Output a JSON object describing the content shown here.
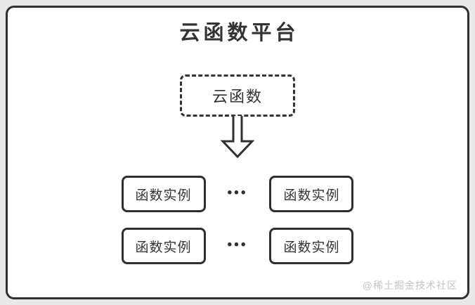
{
  "diagram": {
    "title": "云函数平台",
    "cloud_function_label": "云函数",
    "ellipsis": "•••",
    "instance_rows": [
      {
        "left_label": "函数实例",
        "right_label": "函数实例"
      },
      {
        "left_label": "函数实例",
        "right_label": "函数实例"
      }
    ],
    "watermark": "@稀土掘金技术社区"
  },
  "icons": {
    "down_arrow": "down-arrow-icon"
  },
  "colors": {
    "outer_background": "#e9e9e9",
    "frame_border": "#2f2f2f",
    "canvas_background": "#ffffff",
    "box_border": "#2f2f2f",
    "text": "#333333",
    "watermark_text": "#c3c3c3"
  }
}
